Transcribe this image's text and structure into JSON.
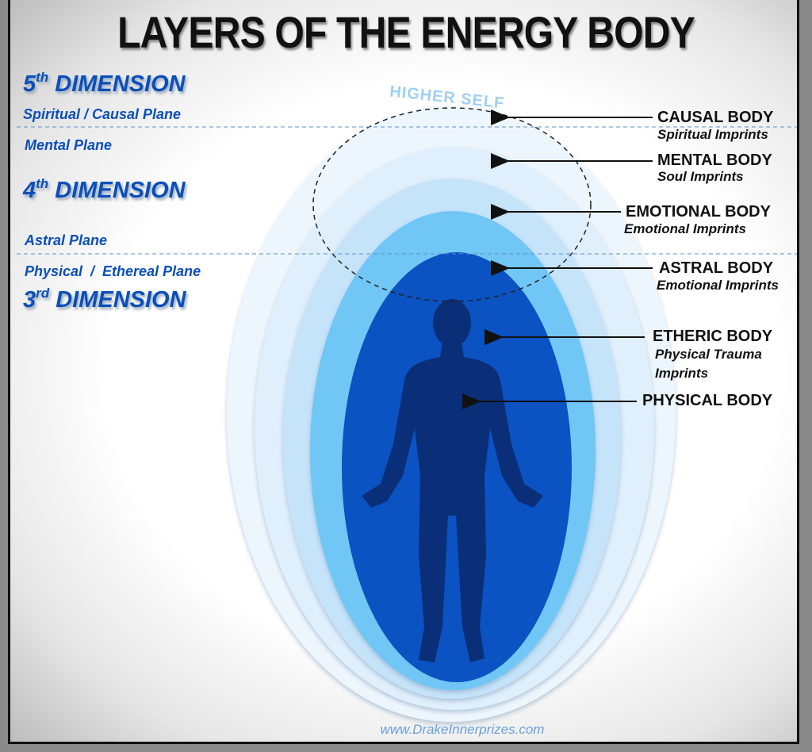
{
  "title": "LAYERS OF THE ENERGY BODY",
  "dimensions": [
    {
      "num": "5",
      "suffix": "th",
      "word": "DIMENSION"
    },
    {
      "num": "4",
      "suffix": "th",
      "word": "DIMENSION"
    },
    {
      "num": "3",
      "suffix": "rd",
      "word": "DIMENSION"
    }
  ],
  "planes": [
    "Spiritual / Causal Plane",
    "Mental Plane",
    "Astral Plane",
    "Physical  /  Ethereal Plane"
  ],
  "higher_self": "HIGHER SELF",
  "bodies": [
    {
      "label": "CAUSAL BODY",
      "sub": "Spiritual Imprints"
    },
    {
      "label": "MENTAL BODY",
      "sub": "Soul Imprints"
    },
    {
      "label": "EMOTIONAL BODY",
      "sub": "Emotional Imprints"
    },
    {
      "label": "ASTRAL BODY",
      "sub": "Emotional Imprints"
    },
    {
      "label": "ETHERIC BODY",
      "sub": "Physical Trauma",
      "sub2": "Imprints"
    },
    {
      "label": "PHYSICAL BODY"
    }
  ],
  "url": "www.DrakeInnerprizes.com",
  "colors": {
    "layer1": "#eef6fd",
    "layer2": "#e0effc",
    "layer3": "#c5e4fa",
    "layer4": "#70c6f4",
    "layer5": "#0b52c2",
    "silhouette": "#0a2f78",
    "accent": "#0b4fb8"
  }
}
